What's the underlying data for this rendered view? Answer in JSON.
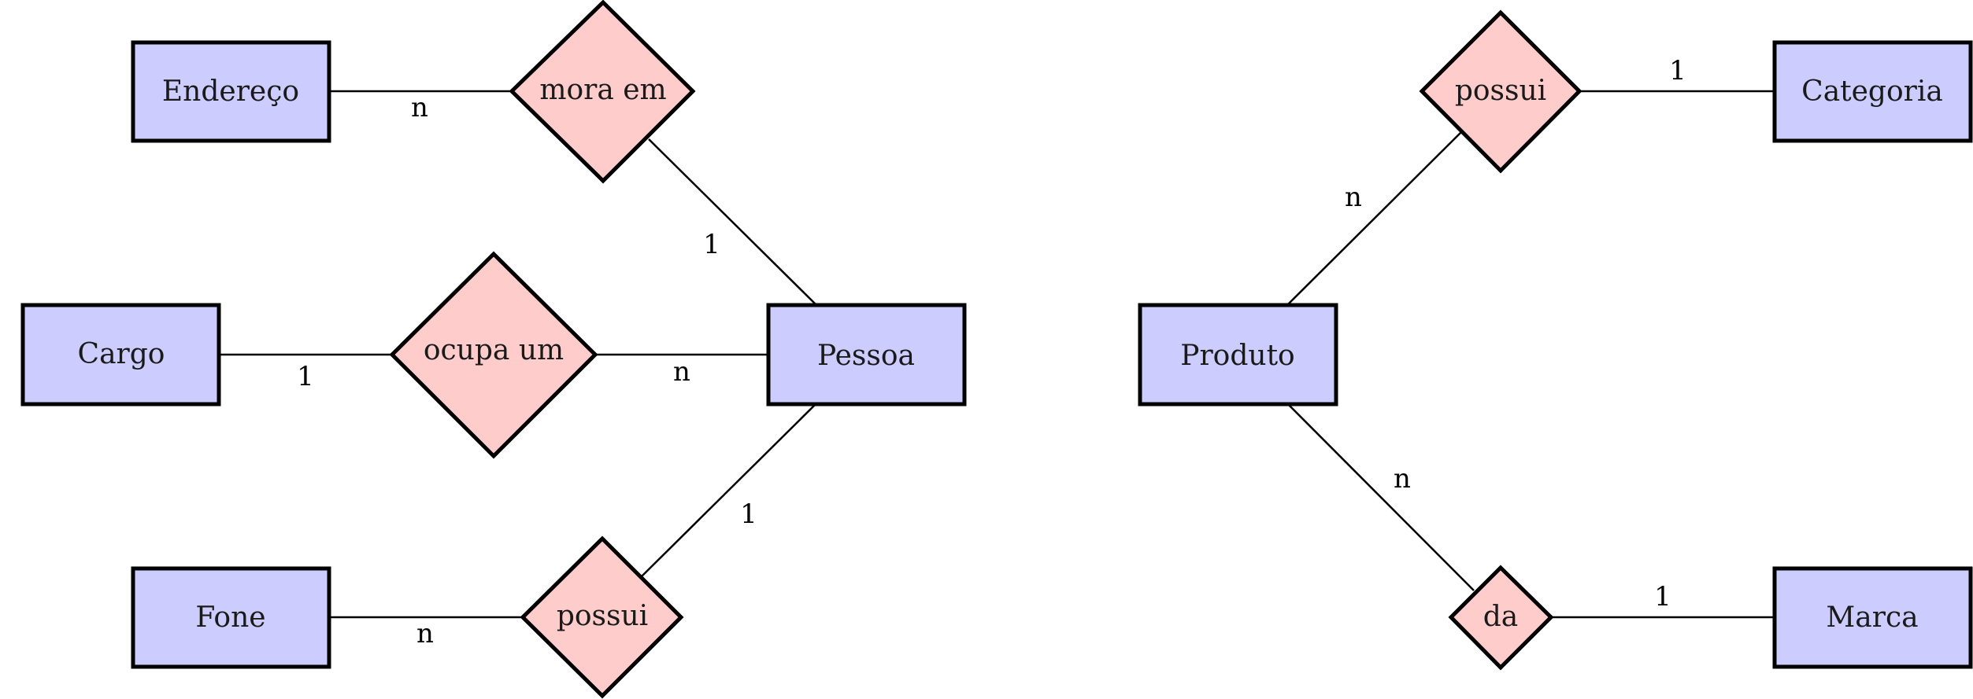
{
  "colors": {
    "entity_fill": "#ccccff",
    "relationship_fill": "#ffcccc",
    "stroke": "#000000"
  },
  "entities": {
    "endereco": "Endereço",
    "cargo": "Cargo",
    "fone": "Fone",
    "pessoa": "Pessoa",
    "produto": "Produto",
    "categoria": "Categoria",
    "marca": "Marca"
  },
  "relationships": {
    "mora_em": "mora em",
    "ocupa_um": "ocupa um",
    "possui_fone": "possui",
    "possui_categoria": "possui",
    "da": "da"
  },
  "cardinalities": {
    "endereco_mora_em": "n",
    "mora_em_pessoa": "1",
    "cargo_ocupa_um": "1",
    "ocupa_um_pessoa": "n",
    "pessoa_possui": "1",
    "fone_possui": "n",
    "produto_possui": "n",
    "possui_categoria": "1",
    "produto_da": "n",
    "da_marca": "1"
  }
}
